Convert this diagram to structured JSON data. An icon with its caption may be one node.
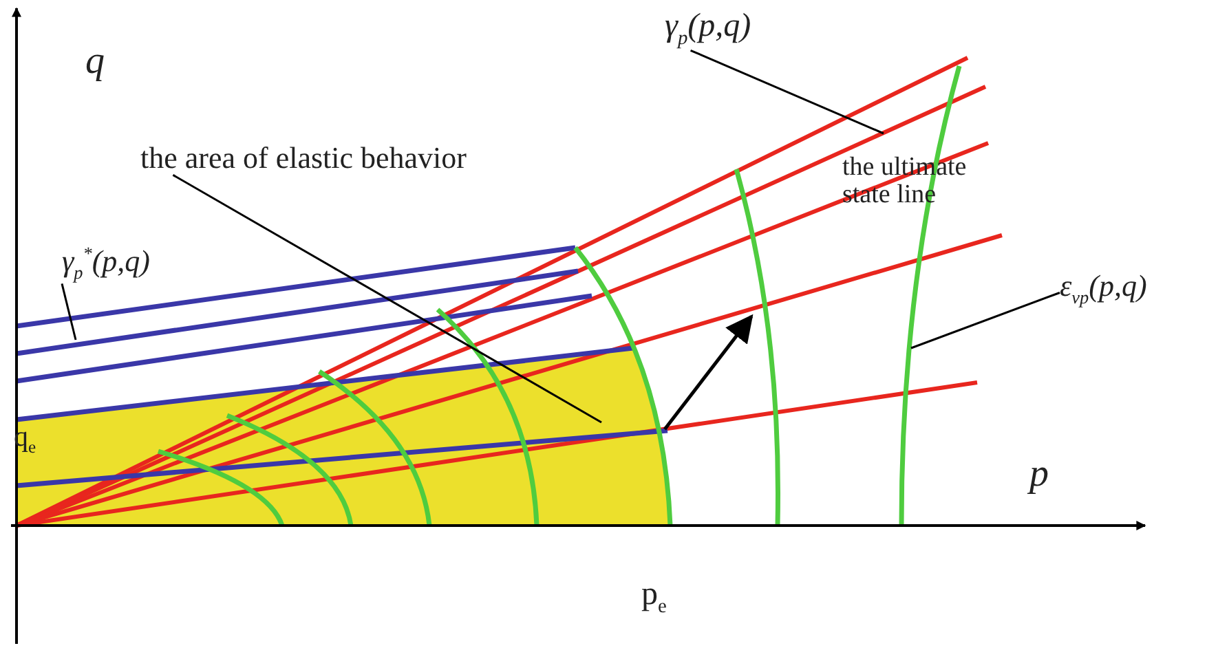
{
  "diagram": {
    "nodes": [
      {
        "text": [
          "γ$_{p}$(p,q)"
        ]
      },
      {
        "text": [
          "the area of elastic behavior"
        ]
      },
      {
        "text": [
          "γ$_{p}$$^{*}$(p,q)"
        ]
      },
      {
        "text": [
          "ε$_{vp}$(p,q)"
        ]
      }
    ],
    "edges": [
      {
        "from": 0,
        "to": null,
        "arrow": "none"
      },
      {
        "from": 1,
        "to": null,
        "arrow": "none"
      },
      {
        "from": 2,
        "to": null,
        "arrow": "none"
      },
      {
        "from": 3,
        "to": null,
        "arrow": "none"
      }
    ],
    "labels": [
      "q",
      "the ultimate state line",
      "q$_{e}$",
      "p",
      "p$_{e}$"
    ]
  }
}
